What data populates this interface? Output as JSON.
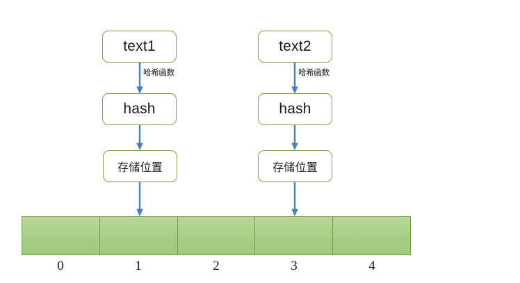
{
  "diagram": {
    "title": "hash-table-mapping-diagram",
    "colors": {
      "box_border": "#83a24f",
      "box_fill": "#ffffff",
      "arrow": "#4a7ebb",
      "array_fill": "#a6cd85",
      "array_border": "#6d9e3f",
      "text": "#1a1a1a"
    },
    "flows": [
      {
        "id": "flow-1",
        "input_label": "text1",
        "edge_label": "哈希函数",
        "hash_label": "hash",
        "position_label": "存储位置",
        "target_slot": "1"
      },
      {
        "id": "flow-2",
        "input_label": "text2",
        "edge_label": "哈希函数",
        "hash_label": "hash",
        "position_label": "存储位置",
        "target_slot": "3"
      }
    ],
    "array": {
      "cell_count": 5,
      "labels": [
        "0",
        "1",
        "2",
        "3",
        "4"
      ]
    }
  }
}
